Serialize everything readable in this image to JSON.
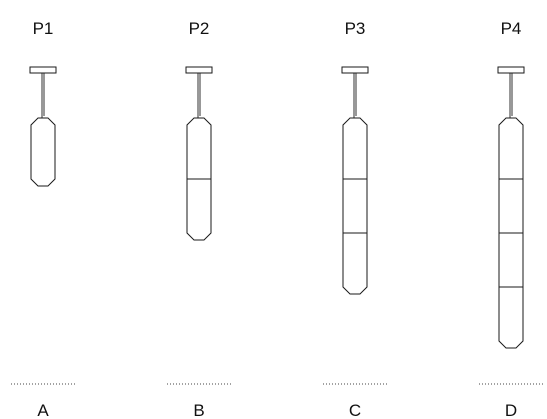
{
  "pendants": [
    {
      "top_label": "P1",
      "bottom_label": "A",
      "segments": 1
    },
    {
      "top_label": "P2",
      "bottom_label": "B",
      "segments": 2
    },
    {
      "top_label": "P3",
      "bottom_label": "C",
      "segments": 3
    },
    {
      "top_label": "P4",
      "bottom_label": "D",
      "segments": 4
    }
  ],
  "colors": {
    "stroke": "#1a1a1a",
    "text": "#111111",
    "background": "#ffffff"
  }
}
